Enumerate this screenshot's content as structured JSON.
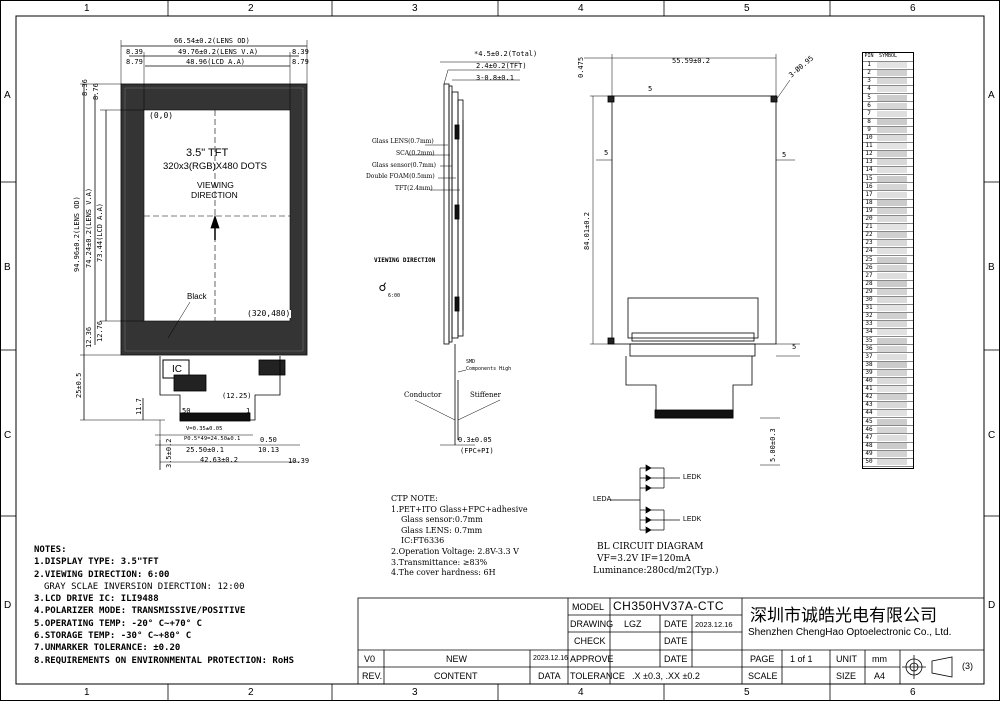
{
  "zones": {
    "columns": [
      "1",
      "2",
      "3",
      "4",
      "5",
      "6"
    ],
    "rows": [
      "A",
      "B",
      "C",
      "D"
    ]
  },
  "front_view": {
    "dims_top": {
      "lens_od": "66.54±0.2(LENS OD)",
      "lens_va": "49.76±0.2(LENS V.A)",
      "lcd_aa": "48.96(LCD A.A)",
      "side_839_l": "8.39",
      "side_839_r": "8.39",
      "side_879_l": "8.79",
      "side_879_r": "8.79"
    },
    "dims_left": {
      "v_836": "8.36",
      "v_876": "8.76",
      "lens_od_v": "94.96±0.2(LENS OD)",
      "lens_va_v": "74.24±0.2(LENS V.A)",
      "lcd_aa_v": "73.44(LCD A.A)",
      "v_1236": "12.36",
      "v_1276": "12.76",
      "v_25": "25±0.5",
      "v_117": "11.7",
      "v_35": "3.5±0.2"
    },
    "origin": "(0,0)",
    "end": "(320,480)",
    "size_label": "3.5\" TFT",
    "dots_label": "320x3(RGB)X480 DOTS",
    "viewing": "VIEWING",
    "direction": "DIRECTION",
    "black": "Black",
    "ic": "IC",
    "fpc": {
      "pin1": "1",
      "pin50": "50",
      "d1225": "(12.25)",
      "d_v": "V=0.35±0.05",
      "d_p": "P0.5*49=24.50±0.1",
      "d_050": "0.50",
      "d_2550": "25.50±0.1",
      "d_1013": "10.13",
      "d_4263": "42.63±0.2",
      "d_1039": "10.39"
    }
  },
  "side_view": {
    "total": "*4.5±0.2(Total)",
    "tft_t": "2.4±0.2(TFT)",
    "t_308": "3-0.8±0.1",
    "layers": [
      "Glass LENS(0.7mm)",
      "SCA(0.2mm)",
      "Glass sensor(0.7mm)",
      "Double FOAM(0.5mm)",
      "TFT(2.4mm)"
    ],
    "viewing_direction": "VIEWING DIRECTION",
    "eye": "6:00",
    "smd": "SMD",
    "components": "Components High",
    "conductor": "Conductor",
    "stiffener": "Stiffener",
    "fpc_t": "0.3±0.05",
    "fpc_pi": "(FPC+PI)"
  },
  "rear_view": {
    "w_5559": "55.59±0.2",
    "h_475": "0.475",
    "hole": "3-Ø0.95",
    "h_8401": "84.01±0.2",
    "five_a": "5",
    "five_b": "5",
    "five_c": "5",
    "five_d": "5",
    "bottom_d": "5.00±0.3"
  },
  "circuit": {
    "ledk1": "LEDK",
    "ledk2": "LEDK",
    "leda": "LEDA",
    "title": "BL CIRCUIT DIAGRAM",
    "vf": "VF=3.2V  IF=120mA",
    "lum": "Luminance:280cd/m2(Typ.)"
  },
  "ctp_note": [
    "CTP NOTE:",
    "1.PET+ITO Glass+FPC+adhesive",
    "  Glass sensor:0.7mm",
    "  Glass LENS: 0.7mm",
    "  IC:FT6336",
    "2.Operation Voltage: 2.8V-3.3 V",
    "3.Transmittance: ≥83%",
    "4.The cover hardness: 6H"
  ],
  "notes": [
    "NOTES:",
    "1.DISPLAY TYPE: 3.5\"TFT",
    "2.VIEWING DIRECTION: 6:00",
    "  GRAY SCLAE INVERSION DIERCTION: 12:00",
    "3.LCD DRIVE IC: ILI9488",
    "4.POLARIZER MODE: TRANSMISSIVE/POSITIVE",
    "5.OPERATING TEMP: -20° C~+70° C",
    "6.STORAGE TEMP: -30° C~+80° C",
    "7.UNMARKER TOLERANCE: ±0.20",
    "8.REQUIREMENTS ON ENVIRONMENTAL PROTECTION: RoHS"
  ],
  "pin_table": {
    "head_pin": "PIN",
    "head_symbol": "SYMBOL",
    "pins": [
      "1",
      "2",
      "3",
      "4",
      "5",
      "6",
      "7",
      "8",
      "9",
      "10",
      "11",
      "12",
      "13",
      "14",
      "15",
      "16",
      "17",
      "18",
      "19",
      "20",
      "21",
      "22",
      "23",
      "24",
      "25",
      "26",
      "27",
      "28",
      "29",
      "30",
      "31",
      "32",
      "33",
      "34",
      "35",
      "36",
      "37",
      "38",
      "39",
      "40",
      "41",
      "42",
      "43",
      "44",
      "45",
      "46",
      "47",
      "48",
      "49",
      "50"
    ]
  },
  "title_block": {
    "model_lbl": "MODEL",
    "model": "CH350HV37A-CTC",
    "drawing_lbl": "DRAWING",
    "drawer": "LGZ",
    "date_lbl1": "DATE",
    "date1": "2023.12.16",
    "check_lbl": "CHECK",
    "date_lbl2": "DATE",
    "date_lbl3": "DATE",
    "approve_lbl": "APPROVE",
    "rev_v0": "V0",
    "new": "NEW",
    "rev_date": "2023.12.16",
    "rev_lbl": "REV.",
    "content_lbl": "CONTENT",
    "data_lbl": "DATA",
    "tolerance_lbl": "TOLERANCE",
    "tolerance": ".X ±0.3, .XX ±0.2",
    "company_cn": "深圳市诚皓光电有限公司",
    "company_en": "Shenzhen ChengHao Optoelectronic Co., Ltd.",
    "page_lbl": "PAGE",
    "page": "1  of  1",
    "unit_lbl": "UNIT",
    "unit": "mm",
    "scale_lbl": "SCALE",
    "size_lbl": "SIZE",
    "size": "A4",
    "proj": "(3)"
  }
}
